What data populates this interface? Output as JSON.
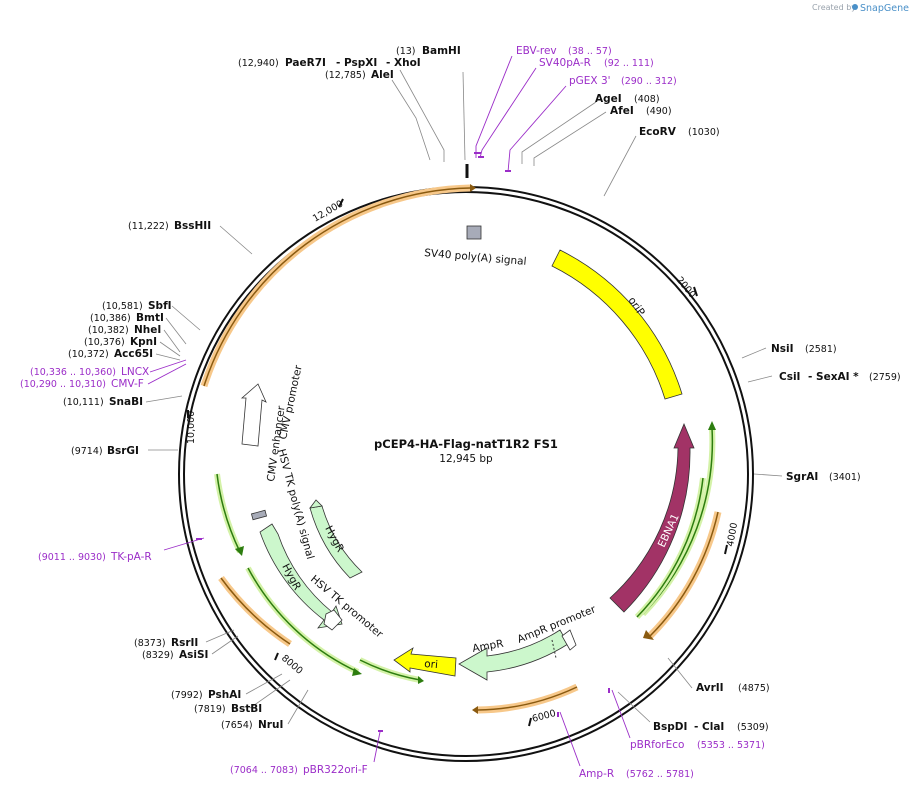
{
  "credit": {
    "prefix": "Created by",
    "brand": "SnapGene"
  },
  "plasmid": {
    "name": "pCEP4-HA-Flag-natT1R2 FS1",
    "length_label": "12,945 bp"
  },
  "ticks": [
    "2000",
    "4000",
    "6000",
    "8000",
    "10,000",
    "12,000"
  ],
  "sites": [
    {
      "name": "BamHI",
      "pos": "(13)"
    },
    {
      "name": "PaeR7I",
      "pos": "(12,940)"
    },
    {
      "name": "- PspXI",
      "pos": ""
    },
    {
      "name": "- XhoI",
      "pos": ""
    },
    {
      "name": "AleI",
      "pos": "(12,785)"
    },
    {
      "name": "AgeI",
      "pos": "(408)"
    },
    {
      "name": "AfeI",
      "pos": "(490)"
    },
    {
      "name": "EcoRV",
      "pos": "(1030)"
    },
    {
      "name": "BssHII",
      "pos": "(11,222)"
    },
    {
      "name": "SbfI",
      "pos": "(10,581)"
    },
    {
      "name": "BmtI",
      "pos": "(10,386)"
    },
    {
      "name": "NheI",
      "pos": "(10,382)"
    },
    {
      "name": "KpnI",
      "pos": "(10,376)"
    },
    {
      "name": "Acc65I",
      "pos": "(10,372)"
    },
    {
      "name": "SnaBI",
      "pos": "(10,111)"
    },
    {
      "name": "BsrGI",
      "pos": "(9714)"
    },
    {
      "name": "NsiI",
      "pos": "(2581)"
    },
    {
      "name": "CsiI",
      "pos": "(2759)"
    },
    {
      "name": "- SexAI *",
      "pos": ""
    },
    {
      "name": "SgrAI",
      "pos": "(3401)"
    },
    {
      "name": "AvrII",
      "pos": "(4875)"
    },
    {
      "name": "BspDI",
      "pos": "(5309)"
    },
    {
      "name": "- ClaI",
      "pos": ""
    },
    {
      "name": "RsrII",
      "pos": "(8373)"
    },
    {
      "name": "AsiSI",
      "pos": "(8329)"
    },
    {
      "name": "PshAI",
      "pos": "(7992)"
    },
    {
      "name": "BstBI",
      "pos": "(7819)"
    },
    {
      "name": "NruI",
      "pos": "(7654)"
    }
  ],
  "primers": [
    {
      "name": "EBV-rev",
      "range": "(38 .. 57)"
    },
    {
      "name": "SV40pA-R",
      "range": "(92 .. 111)"
    },
    {
      "name": "pGEX 3'",
      "range": "(290 .. 312)"
    },
    {
      "name": "LNCX",
      "range": "(10,336 .. 10,360)"
    },
    {
      "name": "CMV-F",
      "range": "(10,290 .. 10,310)"
    },
    {
      "name": "TK-pA-R",
      "range": "(9011 .. 9030)"
    },
    {
      "name": "pBRforEco",
      "range": "(5353 .. 5371)"
    },
    {
      "name": "Amp-R",
      "range": "(5762 .. 5781)"
    },
    {
      "name": "pBR322ori-F",
      "range": "(7064 .. 7083)"
    }
  ],
  "features": {
    "sv40": "SV40 poly(A) signal",
    "orip": "oriP",
    "ebna1": "EBNA1",
    "ampr": "AmpR",
    "ampr_promoter": "AmpR promoter",
    "ori": "ori",
    "hygr_a": "HygR",
    "hygr_b": "HygR",
    "hsv_tk_promoter": "HSV TK promoter",
    "hsv_tk_polya": "HSV TK poly(A) signal",
    "cmv_enhancer": "CMV enhancer",
    "cmv_promoter": "CMV promoter"
  },
  "colors": {
    "backbone": "#111111",
    "orip": "#ffff00",
    "ebna1": "#a23366",
    "hygr": "#ccf7cc",
    "ampr": "#ccf7cc",
    "ori": "#ffff00",
    "orf_line": "#2d7d0f",
    "orf_glow": "#d4f2a8",
    "orange_glow": "#f7c88a",
    "orange_line": "#8a5a10",
    "primer": "#9b2dc8",
    "sv40_box": "#a7abb8",
    "leader": "#888888"
  }
}
